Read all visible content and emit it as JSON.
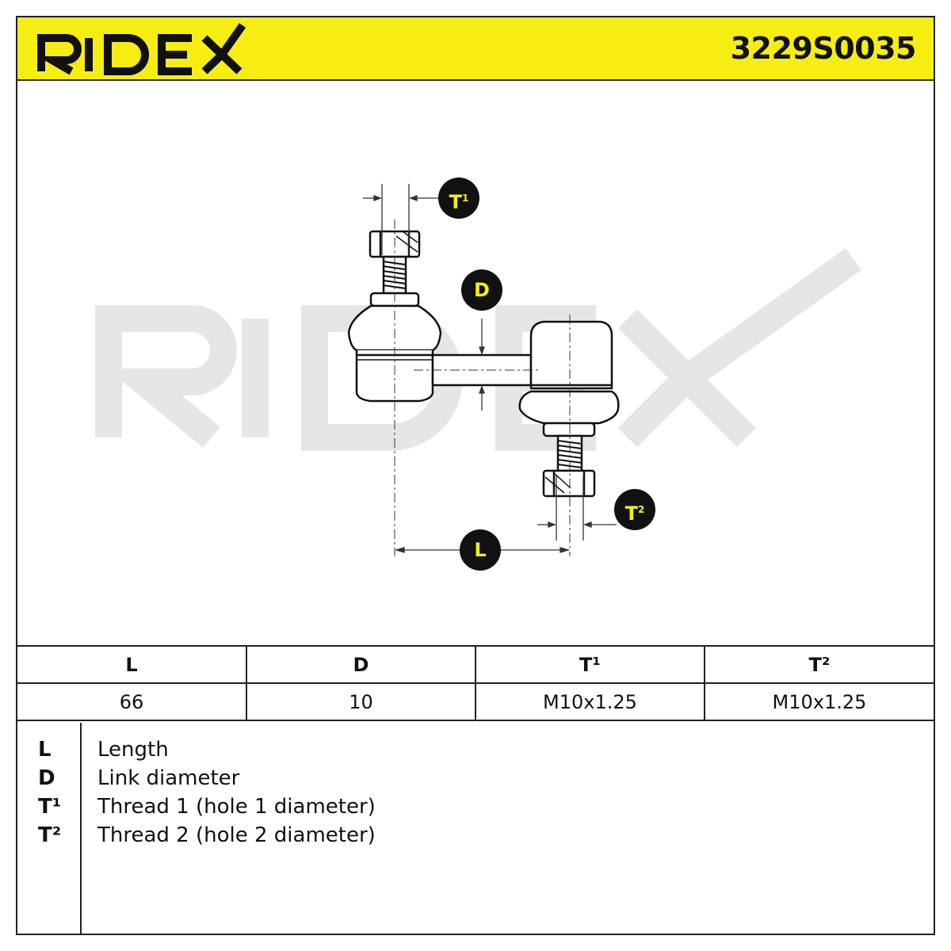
{
  "header": {
    "brand": "RIDEX",
    "part_number": "3229S0035"
  },
  "drawing": {
    "watermark": "RIDEX",
    "callouts": {
      "t1": {
        "letter": "T",
        "index": "1"
      },
      "t2": {
        "letter": "T",
        "index": "2"
      },
      "d": "D",
      "l": "L"
    }
  },
  "spec_table": {
    "headers": [
      "L",
      "D",
      "T¹",
      "T²"
    ],
    "values": [
      "66",
      "10",
      "M10x1.25",
      "M10x1.25"
    ]
  },
  "legend": [
    {
      "key": "L",
      "desc": "Length"
    },
    {
      "key": "D",
      "desc": "Link diameter"
    },
    {
      "key": "T¹",
      "desc": "Thread 1 (hole 1 diameter)"
    },
    {
      "key": "T²",
      "desc": "Thread 2 (hole 2 diameter)"
    }
  ],
  "colors": {
    "brand_yellow": "#f6ee12",
    "ink": "#111111",
    "watermark_gray": "#e8e8e8"
  }
}
